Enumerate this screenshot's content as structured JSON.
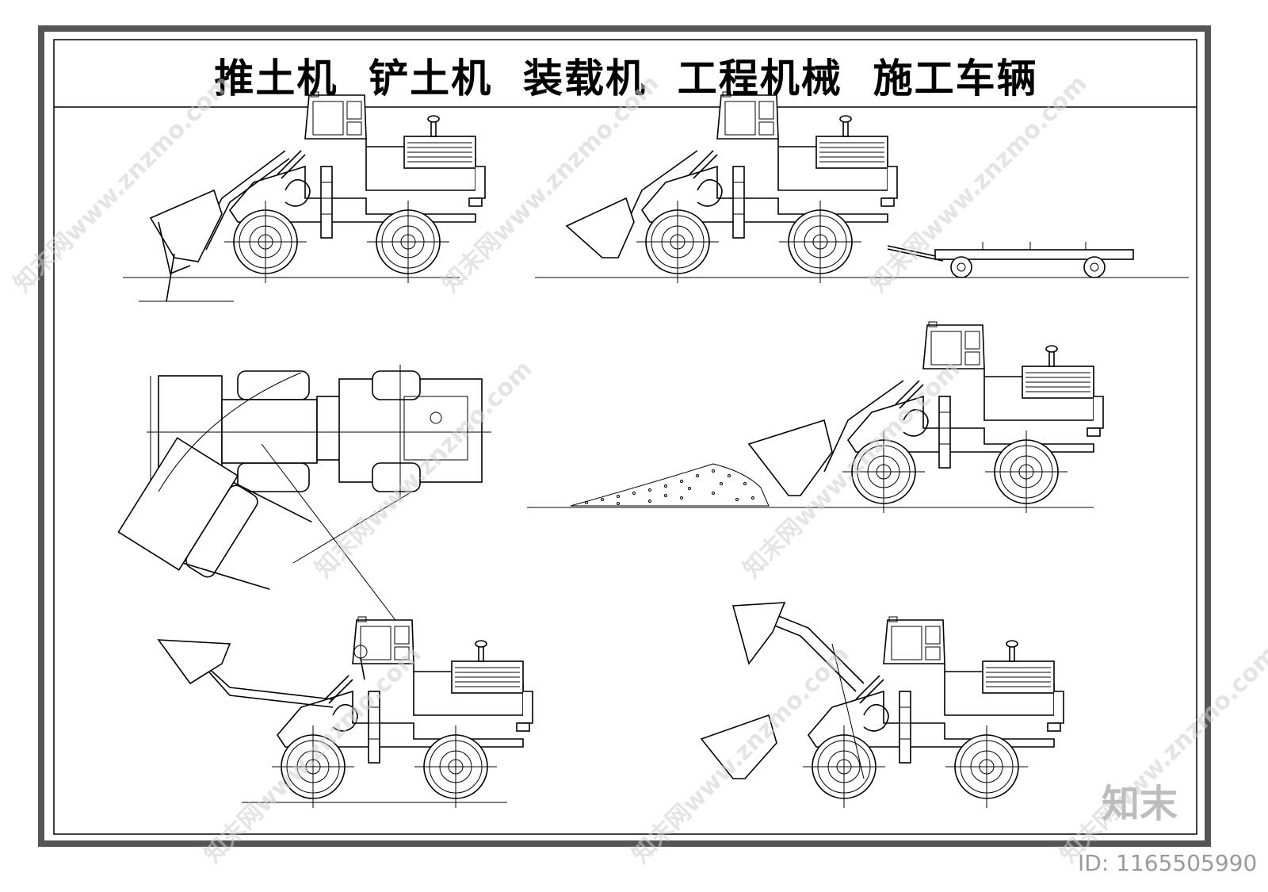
{
  "drawing": {
    "title": "推土机  铲土机  装载机  工程机械  施工车辆"
  },
  "watermark": {
    "text": "知末网www.znzmo.com",
    "logo": "知末",
    "id_label": "ID: 1165505990"
  },
  "colors": {
    "frame": "#555555",
    "line": "#000000",
    "watermark": "#cfcfcf"
  }
}
